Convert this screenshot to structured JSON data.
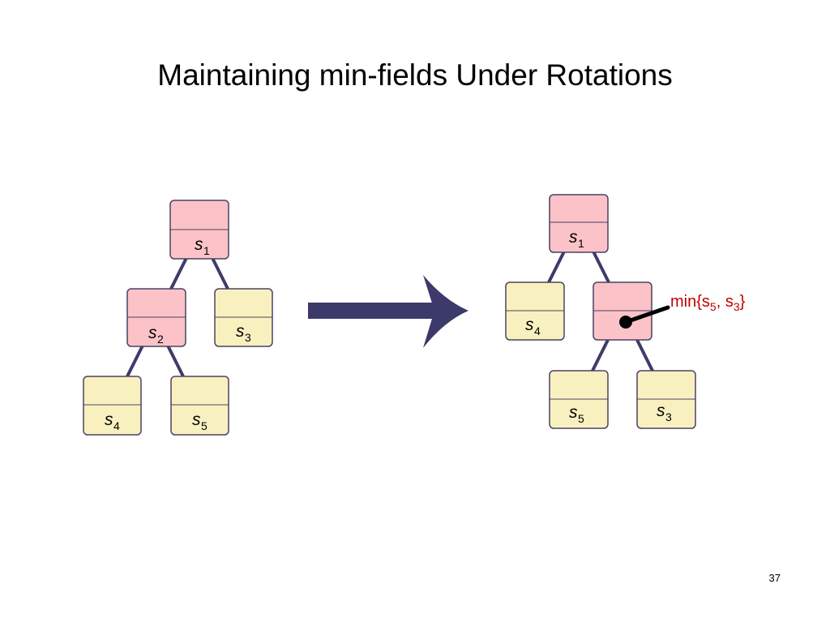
{
  "slide": {
    "title": "Maintaining min-fields Under Rotations",
    "page_number": "37"
  },
  "colors": {
    "pink_node": "#fbc3c7",
    "yellow_node": "#f8f1bf",
    "node_border": "#4a4263",
    "edge": "#3f3a6a",
    "arrow": "#3c3a6b",
    "annotation": "#c00000"
  },
  "left_tree": {
    "nodes": [
      {
        "id": "s1",
        "base": "s",
        "sub": "1",
        "color": "pink"
      },
      {
        "id": "s2",
        "base": "s",
        "sub": "2",
        "color": "pink"
      },
      {
        "id": "s3",
        "base": "s",
        "sub": "3",
        "color": "yellow"
      },
      {
        "id": "s4",
        "base": "s",
        "sub": "4",
        "color": "yellow"
      },
      {
        "id": "s5",
        "base": "s",
        "sub": "5",
        "color": "yellow"
      }
    ]
  },
  "right_tree": {
    "nodes": [
      {
        "id": "r1",
        "base": "s",
        "sub": "1",
        "color": "pink"
      },
      {
        "id": "r4",
        "base": "s",
        "sub": "4",
        "color": "yellow"
      },
      {
        "id": "rx",
        "base": "",
        "sub": "",
        "color": "pink"
      },
      {
        "id": "r5",
        "base": "s",
        "sub": "5",
        "color": "yellow"
      },
      {
        "id": "r3",
        "base": "s",
        "sub": "3",
        "color": "yellow"
      }
    ]
  },
  "annotation": {
    "prefix": "min{s",
    "sub_a": "5",
    "middle": ", s",
    "sub_b": "3",
    "suffix": "}"
  }
}
